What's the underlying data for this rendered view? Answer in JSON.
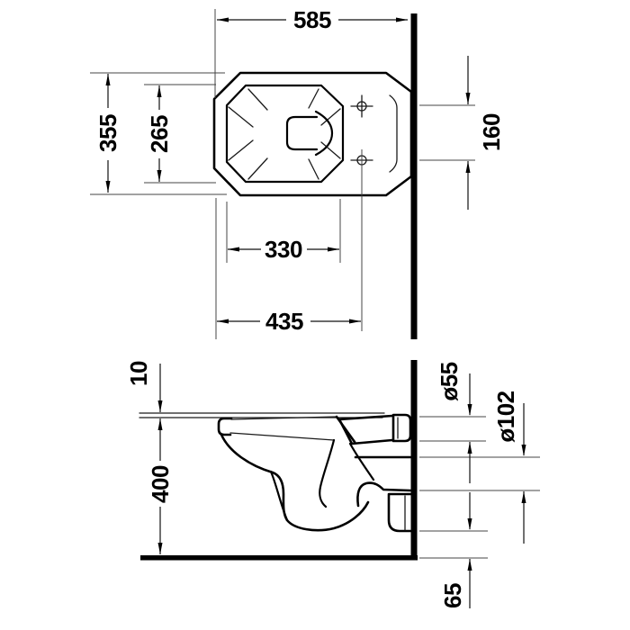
{
  "drawing": {
    "colors": {
      "line": "#000000",
      "background": "#ffffff"
    },
    "dims": {
      "plan": {
        "overall_width": "585",
        "overall_depth": "355",
        "bowl_depth": "265",
        "hole_spacing": "160",
        "bowl_length": "330",
        "front_to_holes": "435"
      },
      "side": {
        "seat_offset": "10",
        "rim_height": "400",
        "supply_pipe": "ø55",
        "outlet_pipe": "ø102",
        "outlet_floor_offset": "65"
      }
    }
  }
}
